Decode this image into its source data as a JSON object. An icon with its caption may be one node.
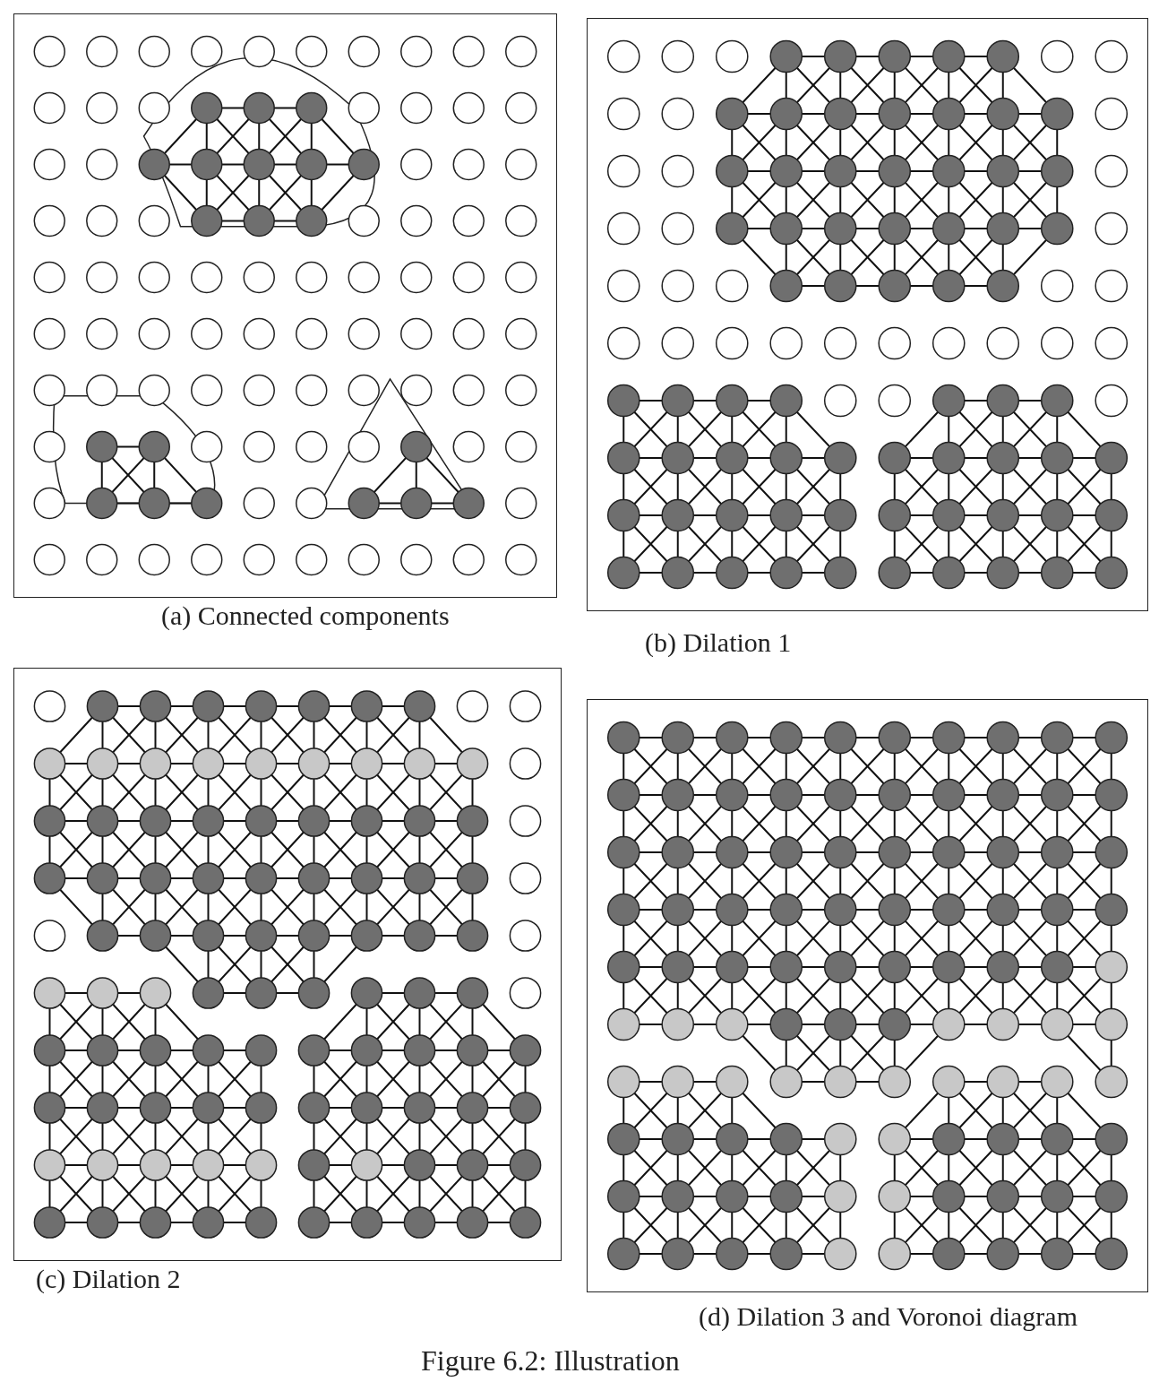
{
  "diagram": {
    "caption": "Figure 6.2: Illustration",
    "labels": [
      "(a) Connected components",
      "(b) Dilation 1",
      "(c) Dilation 2",
      "(d) Dilation 3 and Voronoi diagram"
    ]
  }
}
